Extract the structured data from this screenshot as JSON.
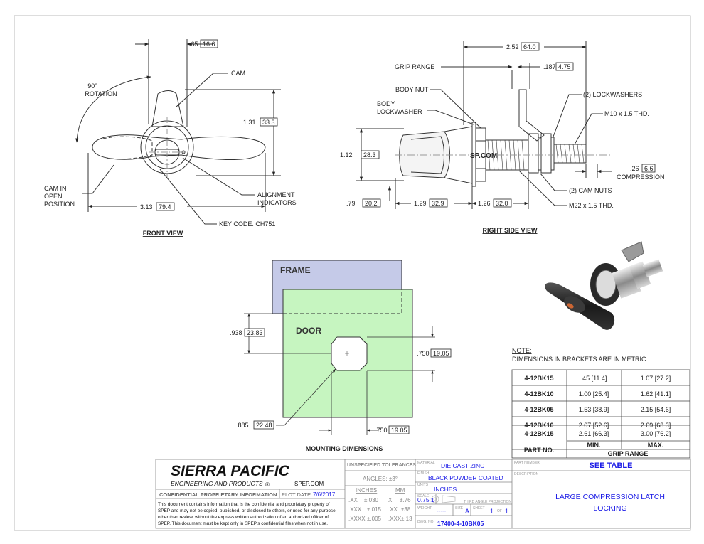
{
  "front_view": {
    "title": "FRONT VIEW",
    "dim_width": ".65",
    "dim_width_mm": "16.6",
    "rotation_1": "90°",
    "rotation_2": "ROTATION",
    "cam": "CAM",
    "dim_height": "1.31",
    "dim_height_mm": "33.3",
    "cam_open_1": "CAM IN",
    "cam_open_2": "OPEN",
    "cam_open_3": "POSITION",
    "dim_length": "3.13",
    "dim_length_mm": "79.4",
    "alignment_1": "ALIGNMENT",
    "alignment_2": "INDICATORS",
    "key_code": "KEY CODE: CH751"
  },
  "side_view": {
    "title": "RIGHT SIDE VIEW",
    "dim_overall": "2.52",
    "dim_overall_mm": "64.0",
    "grip_range": "GRIP RANGE",
    "dim_cam": ".187",
    "dim_cam_mm": "4.75",
    "body_nut": "BODY NUT",
    "body_lockwasher_1": "BODY",
    "body_lockwasher_2": "LOCKWASHER",
    "lockwashers": "(2) LOCKWASHERS",
    "thread_m10": "M10 x 1.5 THD.",
    "dia_body": "1.12",
    "dia_body_mm": "28.3",
    "dim_comp": ".26",
    "dim_comp_mm": "6.6",
    "compression": "COMPRESSION",
    "cam_nuts": "(2) CAM NUTS",
    "dia_small": ".79",
    "dia_small_mm": "20.2",
    "dim_a": "1.29",
    "dim_a_mm": "32.9",
    "dim_b": "1.26",
    "dim_b_mm": "32.0",
    "thread_m22": "M22 x 1.5 THD.",
    "marking": "SP.COM"
  },
  "mounting": {
    "title": "MOUNTING DIMENSIONS",
    "frame": "FRAME",
    "door": "DOOR",
    "dim_v": ".938",
    "dim_v_mm": "23.83",
    "dim_hole": ".750",
    "dim_hole_mm": "19.05",
    "dim_dia": ".885",
    "dim_dia_mm": "22.48",
    "dim_bottom": ".750",
    "dim_bottom_mm": "19.05",
    "frame_color": "#c5cae8",
    "door_color": "#c6f5c0"
  },
  "note": {
    "heading": "NOTE:",
    "text": "DIMENSIONS IN BRACKETS ARE IN METRIC."
  },
  "grip_table": {
    "rows": [
      {
        "part": "4-12BK15",
        "min": ".45",
        "min_mm": "11.4",
        "max": "1.07",
        "max_mm": "27.2"
      },
      {
        "part": "4-12BK10",
        "min": "1.00",
        "min_mm": "25.4",
        "max": "1.62",
        "max_mm": "41.1"
      },
      {
        "part": "4-12BK05",
        "min": "1.53",
        "min_mm": "38.9",
        "max": "2.15",
        "max_mm": "54.6"
      },
      {
        "part": "4-12BK10",
        "min": "2.07",
        "min_mm": "52.6",
        "max": "2.69",
        "max_mm": "68.3"
      },
      {
        "part": "4-12BK15",
        "min": "2.61",
        "min_mm": "66.3",
        "max": "3.00",
        "max_mm": "76.2"
      }
    ],
    "head_part": "PART NO.",
    "head_min": "MIN.",
    "head_max": "MAX.",
    "head_grip": "GRIP RANGE"
  },
  "title_block": {
    "company": "SIERRA PACIFIC",
    "company_sub": "ENGINEERING AND PRODUCTS",
    "registered": "®",
    "website": "SPEP.COM",
    "confidential": "CONFIDENTIAL PROPRIETARY INFORMATION",
    "plot_date_label": "PLOT DATE:",
    "plot_date": "7/6/2017",
    "disclaimer_1": "This document contains information that is the confidential and proprietary property of",
    "disclaimer_2": "SPEP and may not be copied, published, or disclosed to others, or used for any purpose",
    "disclaimer_3": "other than review, without the express written authorization of an authorized officer of",
    "disclaimer_4": "SPEP. This document must be kept only in SPEP's confidential files when not in use.",
    "tol_head": "UNSPECIFIED TOLERANCES",
    "angles": "ANGLES: ±3°",
    "inches": "INCHES",
    "mm": "MM",
    "tol_xx": ".XX",
    "tol_xx_v": "±.030",
    "tol_x": "X",
    "tol_x_v": "±.76",
    "tol_xxx": ".XXX",
    "tol_xxx_v": "±.015",
    "tol_mxx": ".XX",
    "tol_mxx_v": "±38",
    "tol_xxxx": ".XXXX",
    "tol_xxxx_v": "±.005",
    "tol_mxxx": ".XXX",
    "tol_mxxx_v": "±.13",
    "material_label": "MATERIAL",
    "material": "DIE CAST ZINC",
    "finish_label": "FINISH",
    "finish": "BLACK POWDER COATED",
    "units_label": "UNITS",
    "units": "INCHES",
    "scale_label": "SCALE",
    "scale": "0.75:1",
    "projection": "THIRD ANGLE PROJECTION",
    "weight_label": "WEIGHT",
    "weight": "-----",
    "size_label": "SIZE",
    "size": "A",
    "sheet_label": "SHEET",
    "sheet": "1",
    "of_label": "OF",
    "of": "1",
    "dwg_label": "DWG. NO.",
    "dwg": "17400-4-10BK05",
    "part_number_label": "PART NUMBER",
    "part_number": "SEE TABLE",
    "description_label": "DESCRIPTION",
    "description_1": "LARGE COMPRESSION LATCH",
    "description_2": "LOCKING",
    "blue": "#1a1ae6"
  }
}
